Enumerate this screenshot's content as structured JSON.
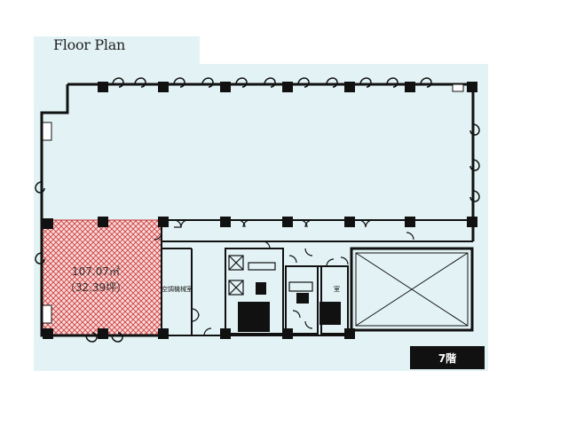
{
  "title": "Floor Plan",
  "space": {
    "area": "107.07㎡",
    "tsubo": "（32.39坪）"
  },
  "room_label_1": "空調機械室",
  "room_label_2": "室",
  "floor_label": "7階",
  "colors": {
    "background": "#e3f3f5",
    "walls": "#111111",
    "hatch": "#d04040",
    "badge": "#111111"
  }
}
